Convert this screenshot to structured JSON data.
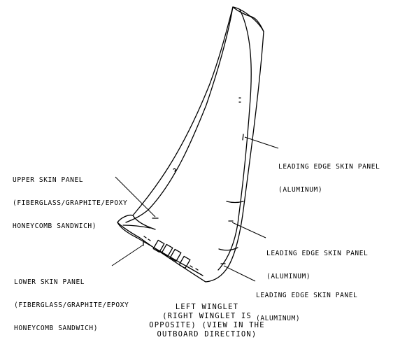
{
  "callouts": {
    "upper_skin_panel": [
      "UPPER SKIN PANEL",
      "(FIBERGLASS/GRAPHITE/EPOXY",
      "HONEYCOMB SANDWICH)"
    ],
    "lower_skin_panel": [
      "LOWER SKIN PANEL",
      "(FIBERGLASS/GRAPHITE/EPOXY",
      "HONEYCOMB SANDWICH)"
    ],
    "leading_edge_upper": [
      "LEADING EDGE SKIN PANEL",
      "(ALUMINUM)"
    ],
    "leading_edge_middle": [
      "LEADING EDGE SKIN PANEL",
      "(ALUMINUM)"
    ],
    "leading_edge_lower": [
      "LEADING EDGE SKIN PANEL",
      "(ALUMINUM)"
    ]
  },
  "caption": [
    "LEFT WINGLET",
    "(RIGHT WINGLET IS",
    "OPPOSITE) (VIEW IN THE",
    "OUTBOARD DIRECTION)"
  ]
}
